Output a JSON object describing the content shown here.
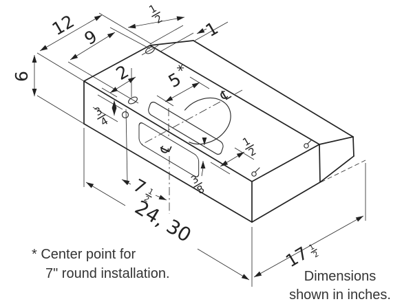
{
  "diagram": {
    "dims": {
      "d12": "12",
      "d9": "9",
      "d6": "6",
      "d2": "2",
      "d1": "1",
      "d5": "5",
      "d5_star": "*",
      "half_top": {
        "num": "1",
        "den": "2"
      },
      "three_quarters": {
        "num": "3",
        "den": "4"
      },
      "half_mid": {
        "num": "1",
        "den": "2"
      },
      "three_eighths": {
        "num": "3",
        "den": "8"
      },
      "seven_half": {
        "whole": "7",
        "num": "1",
        "den": "2"
      },
      "width_overall": "24, 30",
      "seventeen_half": {
        "whole": "17",
        "num": "1",
        "den": "2"
      },
      "centerline_top": "℄",
      "centerline_front": "℄"
    },
    "footnote": {
      "line1": "* Center point for",
      "line2": "7\" round installation."
    },
    "caption": {
      "line1": "Dimensions",
      "line2": "shown in inches."
    }
  }
}
